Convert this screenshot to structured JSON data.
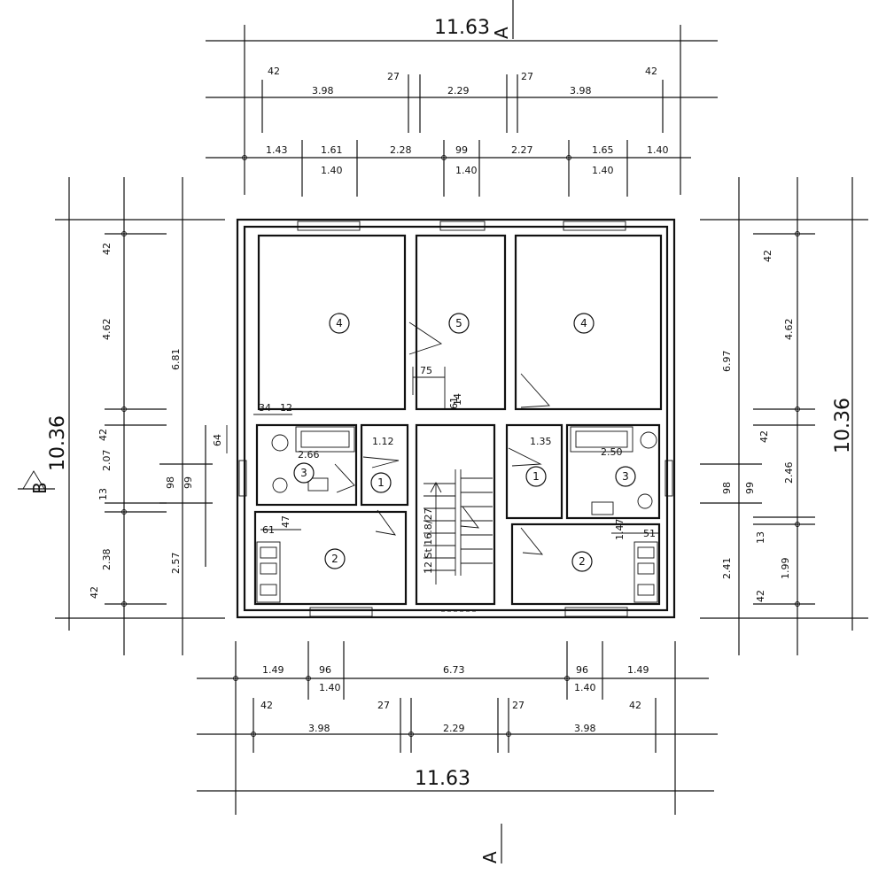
{
  "overall": {
    "width": "11.63",
    "depth": "10.36"
  },
  "sections": {
    "a": "A",
    "b": "B"
  },
  "top": {
    "row1": [
      "42",
      "3.98",
      "27",
      "2.29",
      "27",
      "3.98",
      "42"
    ],
    "row2": [
      "1.43",
      "1.61",
      "2.28",
      "99",
      "2.27",
      "1.65",
      "1.40"
    ],
    "row2b": [
      "1.40",
      "1.40",
      "1.40"
    ]
  },
  "bottom": {
    "row1": [
      "1.49",
      "96",
      "6.73",
      "96",
      "1.49"
    ],
    "row1b": [
      "1.40",
      "1.40"
    ],
    "row2": [
      "42",
      "3.98",
      "27",
      "2.29",
      "27",
      "3.98",
      "42"
    ]
  },
  "left": {
    "outer": [
      "42",
      "4.62",
      "42",
      "2.07",
      "13",
      "2.38",
      "42"
    ],
    "mid": [
      "6.81",
      "98",
      "2.57"
    ],
    "inner": "99"
  },
  "right": {
    "outer": [
      "42",
      "4.62",
      "42",
      "2.46",
      "13",
      "1.99",
      "42"
    ],
    "mid": [
      "6.97",
      "98",
      "2.41"
    ],
    "inner": "99"
  },
  "interior": {
    "d75": "75",
    "d61": "61",
    "d64": "64",
    "d34": "34",
    "d12": "12",
    "d266": "2.66",
    "d112": "1.12",
    "d135": "1.35",
    "d250": "2.50",
    "d147": "1.47",
    "d51": "51",
    "stair": "12 St 16.8/27",
    "d61b": "61",
    "d47": "47",
    "d14": "14"
  },
  "rooms": [
    "4",
    "5",
    "4",
    "3",
    "1",
    "1",
    "3",
    "2",
    "2"
  ]
}
